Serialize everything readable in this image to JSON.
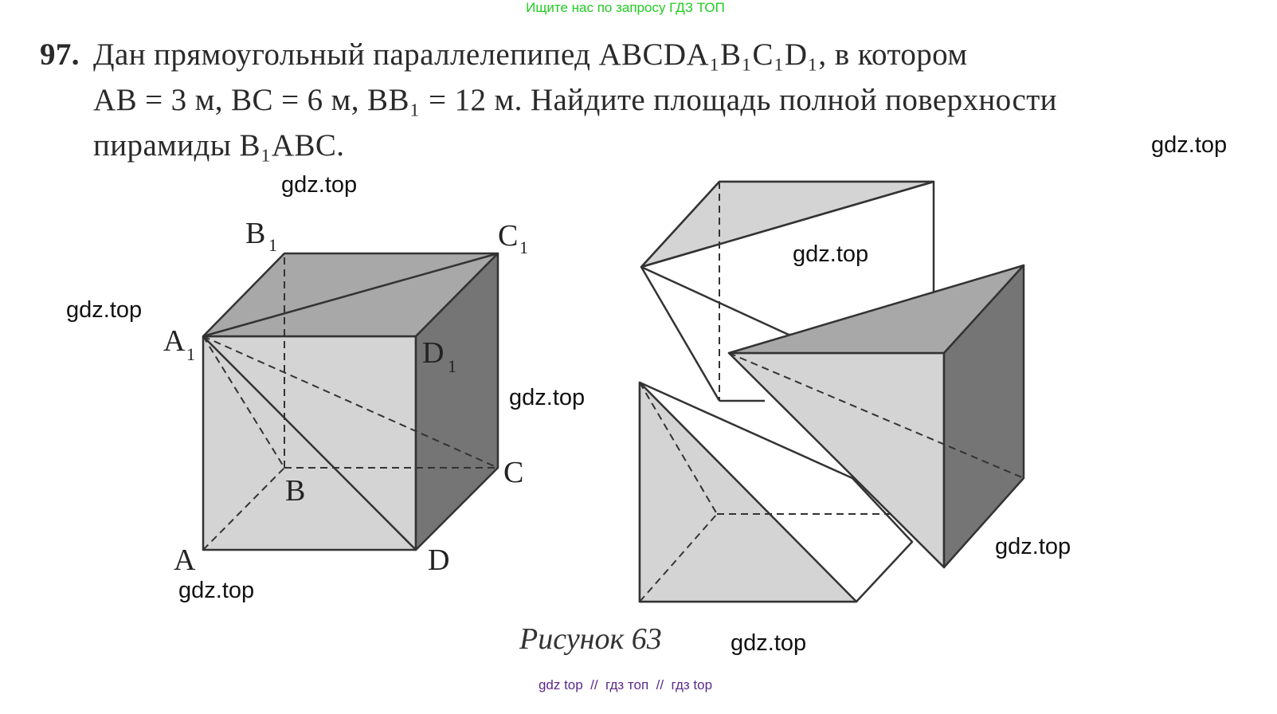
{
  "banner": "Ищите нас по запросу ГДЗ ТОП",
  "problem": {
    "number": "97.",
    "line1": "Дан прямоугольный параллелепипед ABCDA₁B₁C₁D₁, в котором",
    "line2": "AB = 3 м, BC = 6 м, BB₁ = 12 м. Найдите площадь полной поверхности",
    "line3": "пирамиды B₁ABC."
  },
  "figure": {
    "labels": {
      "A": "A",
      "B": "B",
      "C": "C",
      "D": "D",
      "A1": "A",
      "B1": "B",
      "C1": "C",
      "D1": "D",
      "sub": "1"
    },
    "caption": "Рисунок 63",
    "colors": {
      "light": "#d4d4d4",
      "mid": "#a8a8a8",
      "dark": "#757575",
      "line": "#333333"
    }
  },
  "watermarks": [
    "gdz.top",
    "gdz.top",
    "gdz.top",
    "gdz.top",
    "gdz.top",
    "gdz.top",
    "gdz.top",
    "gdz.top"
  ],
  "footer": "gdz top  //  гдз топ  //  гдз top"
}
